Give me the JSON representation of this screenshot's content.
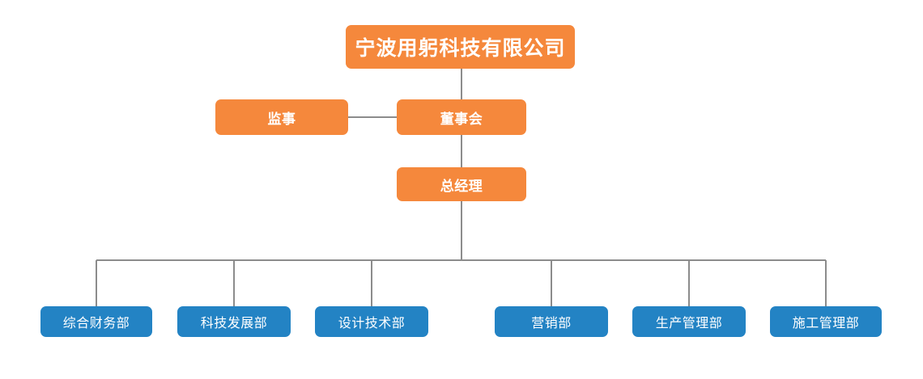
{
  "chart_data": {
    "type": "diagram",
    "title": "宁波用躬科技有限公司",
    "diagram_kind": "organizational-chart",
    "colors": {
      "executive_box": "#F5883C",
      "department_box": "#2383C4",
      "connector_line": "#8C8C8C",
      "background": "#FFFFFF",
      "node_text": "#FFFFFF"
    },
    "nodes": [
      {
        "id": "company",
        "label": "宁波用躬科技有限公司",
        "level": 0,
        "style": "executive"
      },
      {
        "id": "supervisor",
        "label": "监事",
        "level": 1,
        "style": "executive"
      },
      {
        "id": "board",
        "label": "董事会",
        "level": 1,
        "style": "executive"
      },
      {
        "id": "gm",
        "label": "总经理",
        "level": 2,
        "style": "executive"
      },
      {
        "id": "dept0",
        "label": "综合财务部",
        "level": 3,
        "style": "department"
      },
      {
        "id": "dept1",
        "label": "科技发展部",
        "level": 3,
        "style": "department"
      },
      {
        "id": "dept2",
        "label": "设计技术部",
        "level": 3,
        "style": "department"
      },
      {
        "id": "dept3",
        "label": "营销部",
        "level": 3,
        "style": "department"
      },
      {
        "id": "dept4",
        "label": "生产管理部",
        "level": 3,
        "style": "department"
      },
      {
        "id": "dept5",
        "label": "施工管理部",
        "level": 3,
        "style": "department"
      }
    ],
    "edges": [
      {
        "from": "company",
        "to": "board"
      },
      {
        "from": "board",
        "to": "supervisor"
      },
      {
        "from": "board",
        "to": "gm"
      },
      {
        "from": "gm",
        "to": "dept0"
      },
      {
        "from": "gm",
        "to": "dept1"
      },
      {
        "from": "gm",
        "to": "dept2"
      },
      {
        "from": "gm",
        "to": "dept3"
      },
      {
        "from": "gm",
        "to": "dept4"
      },
      {
        "from": "gm",
        "to": "dept5"
      }
    ]
  },
  "nodes": {
    "company": "宁波用躬科技有限公司",
    "supervisor": "监事",
    "board": "董事会",
    "gm": "总经理",
    "departments": [
      "综合财务部",
      "科技发展部",
      "设计技术部",
      "营销部",
      "生产管理部",
      "施工管理部"
    ]
  }
}
